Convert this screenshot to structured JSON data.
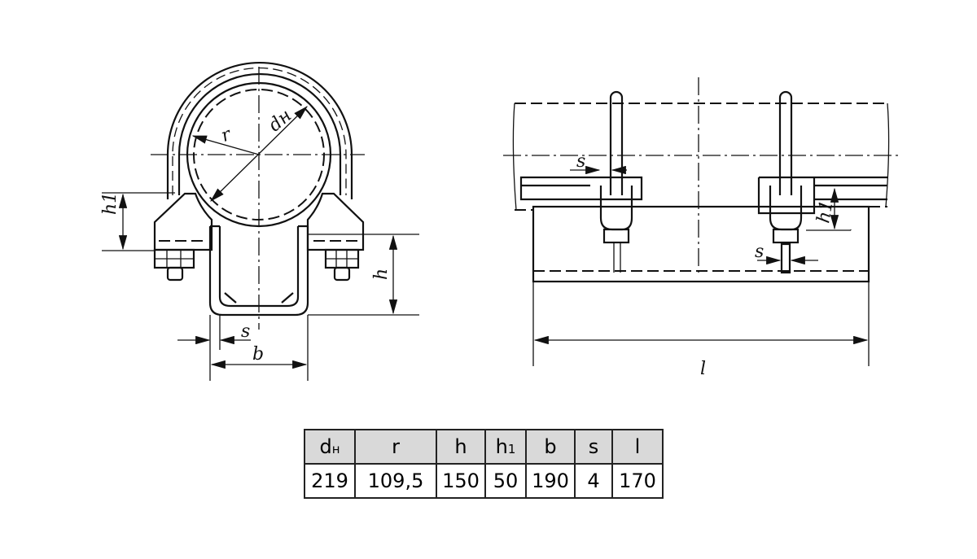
{
  "front_view": {
    "labels": {
      "dn": "dн",
      "r": "r",
      "h1": "h1",
      "h": "h",
      "s": "s",
      "b": "b"
    }
  },
  "side_view": {
    "labels": {
      "s_top": "s",
      "h1": "h1",
      "s_bottom": "s",
      "l": "l"
    }
  },
  "table": {
    "headers": [
      {
        "main": "d",
        "sub": "н"
      },
      {
        "main": "r",
        "sub": ""
      },
      {
        "main": "h",
        "sub": ""
      },
      {
        "main": "h",
        "sub": "1"
      },
      {
        "main": "b",
        "sub": ""
      },
      {
        "main": "s",
        "sub": ""
      },
      {
        "main": "l",
        "sub": ""
      }
    ],
    "values": [
      "219",
      "109,5",
      "150",
      "50",
      "190",
      "4",
      "170"
    ]
  }
}
